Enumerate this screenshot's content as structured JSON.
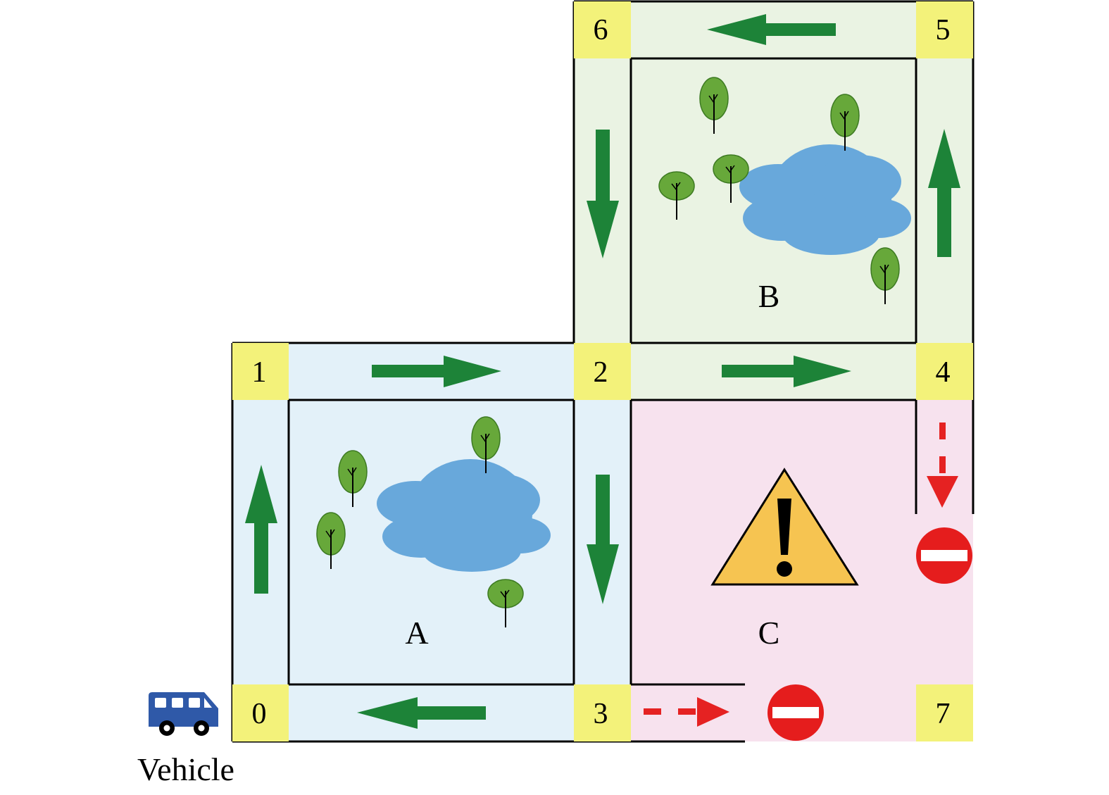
{
  "colors": {
    "zone_a": "#e3f1f9",
    "zone_b": "#eaf3e3",
    "zone_c": "#f7e2ee",
    "node": "#f3f27a",
    "arrow_green": "#1d8338",
    "arrow_red": "#e52222",
    "water": "#68a8db",
    "tree": "#67a83a",
    "warning": "#f6c451",
    "vehicle": "#2f59a8",
    "no_entry": "#e51d1d"
  },
  "nodes": {
    "n0": "0",
    "n1": "1",
    "n2": "2",
    "n3": "3",
    "n4": "4",
    "n5": "5",
    "n6": "6",
    "n7": "7"
  },
  "areas": {
    "a": "A",
    "b": "B",
    "c": "C"
  },
  "vehicle": {
    "label": "Vehicle",
    "icon": "bus-icon"
  },
  "icons": {
    "warning": "warning-icon",
    "no_entry": "no-entry-icon",
    "tree": "tree-icon",
    "lake": "lake-icon"
  },
  "routes": [
    {
      "from": "0",
      "to": "1",
      "style": "solid-green"
    },
    {
      "from": "1",
      "to": "2",
      "style": "solid-green"
    },
    {
      "from": "2",
      "to": "3",
      "style": "solid-green"
    },
    {
      "from": "3",
      "to": "0",
      "style": "solid-green"
    },
    {
      "from": "2",
      "to": "4",
      "style": "solid-green"
    },
    {
      "from": "4",
      "to": "5",
      "style": "solid-green"
    },
    {
      "from": "5",
      "to": "6",
      "style": "solid-green"
    },
    {
      "from": "6",
      "to": "2",
      "style": "solid-green"
    },
    {
      "from": "3",
      "to": "7",
      "style": "dashed-red",
      "blocked": true
    },
    {
      "from": "4",
      "to": "7",
      "style": "dashed-red",
      "blocked": true
    }
  ]
}
